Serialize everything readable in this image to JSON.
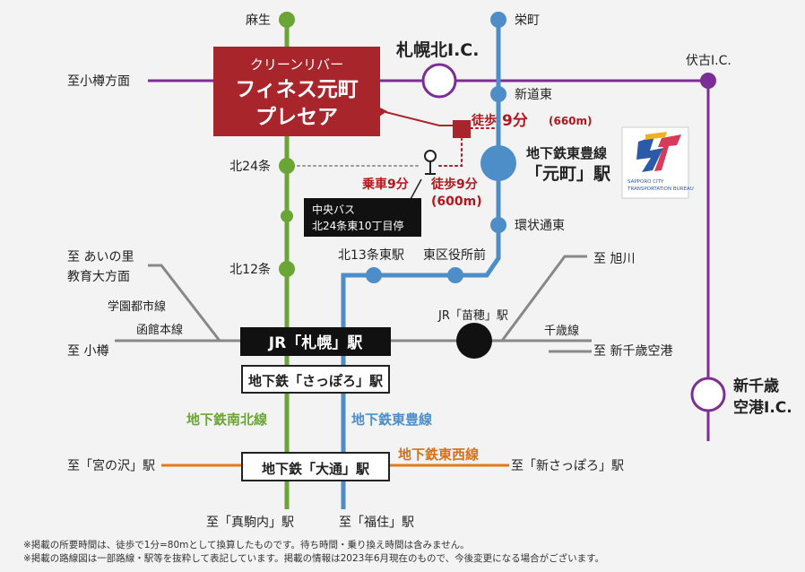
{
  "colors": {
    "namboku": "#6aa535",
    "toho": "#4d8ec9",
    "tozai": "#e07b1a",
    "expressway": "#7b2f96",
    "jr": "#888888",
    "property": "#a8262b",
    "walk_text": "#b3161d",
    "tozai_text": "#d5711a"
  },
  "property": {
    "line1": "クリーンリバー",
    "line2": "フィネス元町",
    "line3": "プレセア"
  },
  "stations": {
    "asabu": "麻生",
    "kita24": "北24条",
    "kita12": "北12条",
    "sakaemachi": "栄町",
    "shindohigashi": "新道東",
    "motomachi_line": "地下鉄東豊線",
    "motomachi_name": "「元町」駅",
    "kanjodori": "環状通東",
    "kita13": "北13条東駅",
    "higashikuyakusho": "東区役所前",
    "jr_naebo": "JR「苗穂」駅",
    "jr_sapporo": "JR「札幌」駅",
    "sub_sapporo": "地下鉄「さっぽろ」駅",
    "odori": "地下鉄「大通」駅"
  },
  "interchanges": {
    "sapporo_kita": "札幌北I.C.",
    "fushiko": "伏古I.C.",
    "shinchitose_1": "新千歳",
    "shinchitose_2": "空港I.C."
  },
  "lines": {
    "gakuentoshi": "学園都市線",
    "hakodate": "函館本線",
    "chitose": "千歳線",
    "namboku": "地下鉄南北線",
    "toho": "地下鉄東豊線",
    "tozai": "地下鉄東西線"
  },
  "destinations": {
    "otaru_dir": "至小樽方面",
    "ainosato_1": "至 あいの里",
    "ainosato_2": "教育大方面",
    "otaru": "至 小樽",
    "asahikawa": "至 旭川",
    "shinchitose_airport": "至 新千歳空港",
    "miyanosawa": "至「宮の沢」駅",
    "shinsapporo": "至「新さっぽろ」駅",
    "makomanai": "至「真駒内」駅",
    "fukuzumi": "至「福住」駅"
  },
  "access": {
    "walk_station_prefix": "徒歩",
    "walk_station_min": "9分",
    "walk_station_dist": "(660m)",
    "bus_ride": "乗車9分",
    "walk_bus": "徒歩9分",
    "walk_bus_dist": "(600m)",
    "bus_stop_1": "中央バス",
    "bus_stop_2": "北24条東10丁目停"
  },
  "logo": {
    "letters": "ST",
    "text_1": "SAPPORO CITY",
    "text_2": "TRANSPORTATION BUREAU"
  },
  "notes": [
    "※掲載の所要時間は、徒歩で1分=80mとして換算したものです。待ち時間・乗り換え時間は含みません。",
    "※掲載の路線図は一部路線・駅等を抜粋して表記しています。掲載の情報は2023年6月現在のもので、今後変更になる場合がございます。"
  ]
}
